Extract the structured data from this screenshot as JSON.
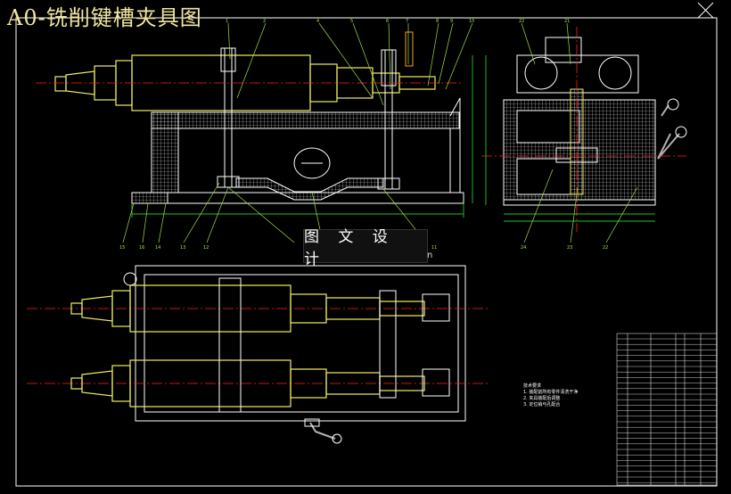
{
  "title": "A0-铣削键槽夹具图",
  "watermark": {
    "text": "图 文 设 计",
    "suffix": "n"
  },
  "front_view": {
    "balloons": [
      "1",
      "2",
      "4",
      "5",
      "6",
      "7",
      "8",
      "9",
      "10"
    ],
    "bottom_balloons": [
      "15",
      "16",
      "14",
      "13",
      "12",
      "11"
    ]
  },
  "side_view": {
    "balloons": [
      "22",
      "21"
    ],
    "bottom_balloons": [
      "24",
      "23",
      "22"
    ]
  },
  "tech_notes": [
    "技术要求",
    "1. 装配前所有零件清洗干净",
    "2. 夹具装配后调整",
    "3. 定位销与孔配合"
  ],
  "colors": {
    "background": "#000000",
    "outline": "#ffffff",
    "part_yellow": "#f0ee60",
    "centerline_red": "#ff2020",
    "dimension_green": "#30ff30",
    "leader_green": "#a0e040",
    "hatch_white": "#dddddd",
    "handle_gray": "#b0b0b0"
  }
}
